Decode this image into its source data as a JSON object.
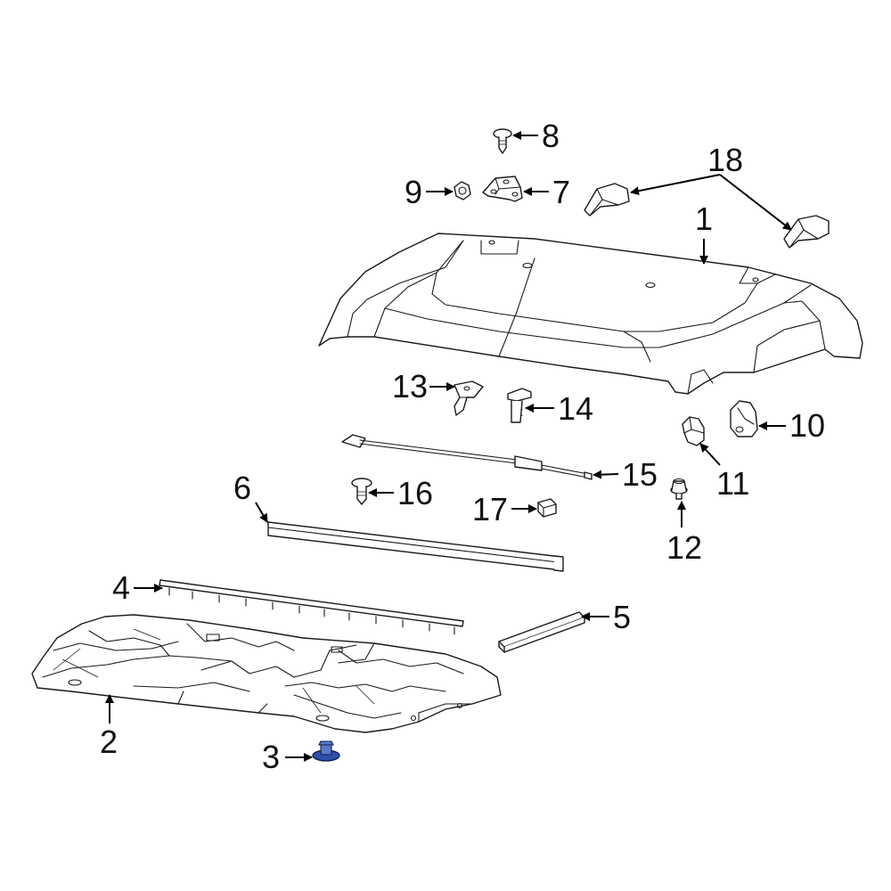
{
  "diagram": {
    "callouts": [
      {
        "id": "c1",
        "label": "1"
      },
      {
        "id": "c2",
        "label": "2"
      },
      {
        "id": "c3",
        "label": "3"
      },
      {
        "id": "c4",
        "label": "4"
      },
      {
        "id": "c5",
        "label": "5"
      },
      {
        "id": "c6",
        "label": "6"
      },
      {
        "id": "c7",
        "label": "7"
      },
      {
        "id": "c8",
        "label": "8"
      },
      {
        "id": "c9",
        "label": "9"
      },
      {
        "id": "c10",
        "label": "10"
      },
      {
        "id": "c11",
        "label": "11"
      },
      {
        "id": "c12",
        "label": "12"
      },
      {
        "id": "c13",
        "label": "13"
      },
      {
        "id": "c14",
        "label": "14"
      },
      {
        "id": "c15",
        "label": "15"
      },
      {
        "id": "c16",
        "label": "16"
      },
      {
        "id": "c17",
        "label": "17"
      },
      {
        "id": "c18",
        "label": "18"
      }
    ],
    "highlighted_part": "3",
    "colors": {
      "line": "#1a1a1a",
      "highlight": "#2f4fa8",
      "background": "#ffffff"
    }
  }
}
